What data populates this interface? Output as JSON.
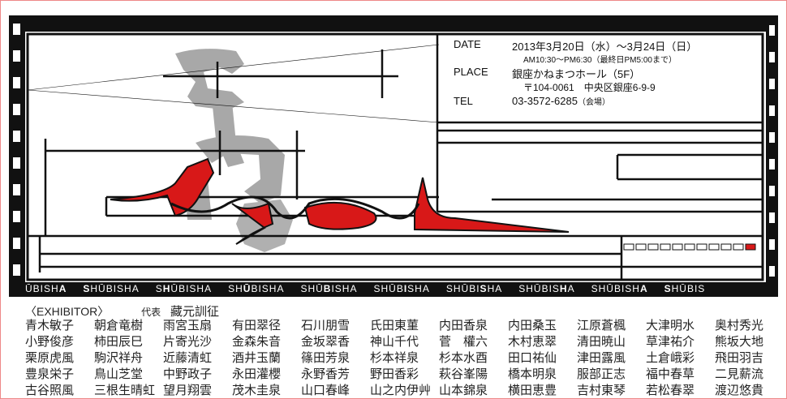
{
  "info": {
    "date_label": "DATE",
    "date_value": "2013年3月20日（水）～3月24日（日）",
    "time_value": "AM10:30～PM6:30（最終日PM5:00まで）",
    "place_label": "PLACE",
    "place_value": "銀座かねまつホール（5F）",
    "address_value": "〒104-0061　中央区銀座6-9-9",
    "tel_label": "TEL",
    "tel_value": "03-3572-6285",
    "tel_note": "（会場）"
  },
  "strip": [
    {
      "pre": "ŪBISH",
      "bold": "A",
      "post": ""
    },
    {
      "pre": "",
      "bold": "S",
      "post": "HŪBISHA"
    },
    {
      "pre": "S",
      "bold": "H",
      "post": "ŪBISHA"
    },
    {
      "pre": "SH",
      "bold": "Ū",
      "post": "BISHA"
    },
    {
      "pre": "SHŪ",
      "bold": "B",
      "post": "ISHA"
    },
    {
      "pre": "SHŪB",
      "bold": "I",
      "post": "SHA"
    },
    {
      "pre": "SHŪBI",
      "bold": "S",
      "post": "HA"
    },
    {
      "pre": "SHŪBIS",
      "bold": "H",
      "post": "A"
    },
    {
      "pre": "SHŪBISH",
      "bold": "A",
      "post": ""
    },
    {
      "pre": "",
      "bold": "S",
      "post": "HŪBIS"
    }
  ],
  "exhibitor": {
    "heading": "〈EXHIBITOR〉",
    "rep_label": "代表",
    "rep_name": "藏元訓征",
    "names": [
      "青木敏子",
      "朝倉竜樹",
      "雨宮玉扇",
      "有田翠径",
      "石川朋雪",
      "氏田東菫",
      "内田香泉",
      "内田桑玉",
      "江原蒼楓",
      "大津明水",
      "奥村秀光",
      "小野俊彦",
      "柿田辰巳",
      "片寄光沙",
      "金森朱音",
      "金坂翠香",
      "神山千代",
      "菅　權六",
      "木村恵翠",
      "清田暁山",
      "草津祐介",
      "熊坂大地",
      "栗原虎風",
      "駒沢祥舟",
      "近藤清虹",
      "酒井玉蘭",
      "篠田芳泉",
      "杉本祥泉",
      "杉本水酉",
      "田口祐仙",
      "津田露風",
      "土倉峨彩",
      "飛田羽吉",
      "豊泉栄子",
      "鳥山芝堂",
      "中野政子",
      "永田灌櫻",
      "永野香芳",
      "野田香彩",
      "萩谷峯陽",
      "橋本明泉",
      "服部正志",
      "福中春草",
      "二見薪流",
      "古谷照風",
      "三根生晴虹",
      "望月翔雲",
      "茂木圭泉",
      "山口春峰",
      "山之内伊艸",
      "山本錦泉",
      "横田恵豊",
      "吉村東琴",
      "若松春翠",
      "渡辺悠貴"
    ]
  },
  "colors": {
    "accent": "#d81818",
    "ink": "#111111",
    "calligraphy": "#a8a8a8"
  }
}
